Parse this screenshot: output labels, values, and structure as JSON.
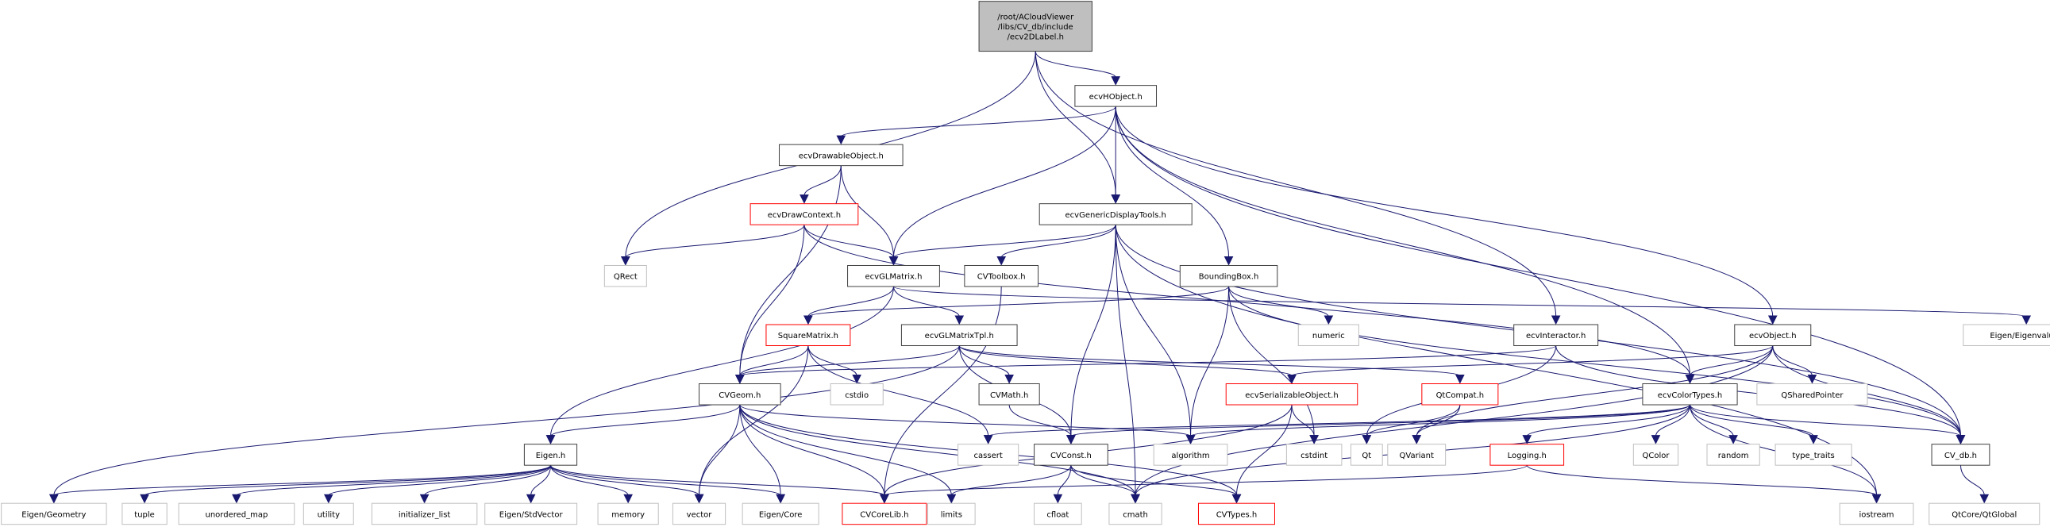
{
  "title": "Include dependency graph for ecv2DLabel.h",
  "colors": {
    "edge": "#191970",
    "root_fill": "#bfbfbf",
    "root_border": "#404040",
    "documented_border": "#404040",
    "undocumented_border": "#ff0000",
    "external_border": "#bfbfbf",
    "text": "#000000",
    "background": "#ffffff"
  },
  "nodes": [
    {
      "id": "root",
      "kind": "root",
      "lines": [
        "/root/ACloudViewer",
        "/libs/CV_db/include",
        "/ecv2DLabel.h"
      ]
    },
    {
      "id": "ecvHObject",
      "kind": "documented",
      "lines": [
        "ecvHObject.h"
      ]
    },
    {
      "id": "ecvDrawableObject",
      "kind": "documented",
      "lines": [
        "ecvDrawableObject.h"
      ]
    },
    {
      "id": "ecvDrawContext",
      "kind": "undocumented",
      "lines": [
        "ecvDrawContext.h"
      ]
    },
    {
      "id": "ecvGenericDisplayTools",
      "kind": "documented",
      "lines": [
        "ecvGenericDisplayTools.h"
      ]
    },
    {
      "id": "QRect",
      "kind": "external",
      "lines": [
        "QRect"
      ]
    },
    {
      "id": "ecvGLMatrix",
      "kind": "documented",
      "lines": [
        "ecvGLMatrix.h"
      ]
    },
    {
      "id": "CVToolbox",
      "kind": "documented",
      "lines": [
        "CVToolbox.h"
      ]
    },
    {
      "id": "BoundingBox",
      "kind": "documented",
      "lines": [
        "BoundingBox.h"
      ]
    },
    {
      "id": "numeric",
      "kind": "external",
      "lines": [
        "numeric"
      ]
    },
    {
      "id": "EigenEigenvalues",
      "kind": "external",
      "lines": [
        "Eigen/Eigenvalues"
      ]
    },
    {
      "id": "SquareMatrix",
      "kind": "undocumented",
      "lines": [
        "SquareMatrix.h"
      ]
    },
    {
      "id": "ecvGLMatrixTpl",
      "kind": "documented",
      "lines": [
        "ecvGLMatrixTpl.h"
      ]
    },
    {
      "id": "ecvInteractor",
      "kind": "documented",
      "lines": [
        "ecvInteractor.h"
      ]
    },
    {
      "id": "ecvObject",
      "kind": "documented",
      "lines": [
        "ecvObject.h"
      ]
    },
    {
      "id": "QSharedPointer",
      "kind": "external",
      "lines": [
        "QSharedPointer"
      ]
    },
    {
      "id": "CVGeom",
      "kind": "documented",
      "lines": [
        "CVGeom.h"
      ]
    },
    {
      "id": "cstdio",
      "kind": "external",
      "lines": [
        "cstdio"
      ]
    },
    {
      "id": "CVMath",
      "kind": "documented",
      "lines": [
        "CVMath.h"
      ]
    },
    {
      "id": "ecvSerializableObject",
      "kind": "undocumented",
      "lines": [
        "ecvSerializableObject.h"
      ]
    },
    {
      "id": "QtCompat",
      "kind": "undocumented",
      "lines": [
        "QtCompat.h"
      ]
    },
    {
      "id": "ecvColorTypes",
      "kind": "documented",
      "lines": [
        "ecvColorTypes.h"
      ]
    },
    {
      "id": "CV_db",
      "kind": "documented",
      "lines": [
        "CV_db.h"
      ]
    },
    {
      "id": "Eigen",
      "kind": "documented",
      "lines": [
        "Eigen.h"
      ]
    },
    {
      "id": "cassert",
      "kind": "external",
      "lines": [
        "cassert"
      ]
    },
    {
      "id": "CVConst",
      "kind": "documented",
      "lines": [
        "CVConst.h"
      ]
    },
    {
      "id": "algorithm",
      "kind": "external",
      "lines": [
        "algorithm"
      ]
    },
    {
      "id": "cstdint",
      "kind": "external",
      "lines": [
        "cstdint"
      ]
    },
    {
      "id": "Qt",
      "kind": "external",
      "lines": [
        "Qt"
      ]
    },
    {
      "id": "QVariant",
      "kind": "external",
      "lines": [
        "QVariant"
      ]
    },
    {
      "id": "Logging",
      "kind": "undocumented",
      "lines": [
        "Logging.h"
      ]
    },
    {
      "id": "QColor",
      "kind": "external",
      "lines": [
        "QColor"
      ]
    },
    {
      "id": "random",
      "kind": "external",
      "lines": [
        "random"
      ]
    },
    {
      "id": "type_traits",
      "kind": "external",
      "lines": [
        "type_traits"
      ]
    },
    {
      "id": "EigenGeometry",
      "kind": "external",
      "lines": [
        "Eigen/Geometry"
      ]
    },
    {
      "id": "tuple",
      "kind": "external",
      "lines": [
        "tuple"
      ]
    },
    {
      "id": "unordered_map",
      "kind": "external",
      "lines": [
        "unordered_map"
      ]
    },
    {
      "id": "utility",
      "kind": "external",
      "lines": [
        "utility"
      ]
    },
    {
      "id": "initializer_list",
      "kind": "external",
      "lines": [
        "initializer_list"
      ]
    },
    {
      "id": "EigenStdVector",
      "kind": "external",
      "lines": [
        "Eigen/StdVector"
      ]
    },
    {
      "id": "memory",
      "kind": "external",
      "lines": [
        "memory"
      ]
    },
    {
      "id": "vector",
      "kind": "external",
      "lines": [
        "vector"
      ]
    },
    {
      "id": "EigenCore",
      "kind": "external",
      "lines": [
        "Eigen/Core"
      ]
    },
    {
      "id": "CVCoreLib",
      "kind": "undocumented",
      "lines": [
        "CVCoreLib.h"
      ]
    },
    {
      "id": "limits",
      "kind": "external",
      "lines": [
        "limits"
      ]
    },
    {
      "id": "cfloat",
      "kind": "external",
      "lines": [
        "cfloat"
      ]
    },
    {
      "id": "cmath",
      "kind": "external",
      "lines": [
        "cmath"
      ]
    },
    {
      "id": "CVTypes",
      "kind": "undocumented",
      "lines": [
        "CVTypes.h"
      ]
    },
    {
      "id": "iostream",
      "kind": "external",
      "lines": [
        "iostream"
      ]
    },
    {
      "id": "QtCoreQtGlobal",
      "kind": "external",
      "lines": [
        "QtCore/QtGlobal"
      ]
    }
  ],
  "edges": [
    [
      "root",
      "ecvHObject"
    ],
    [
      "root",
      "QRect"
    ],
    [
      "root",
      "ecvGenericDisplayTools"
    ],
    [
      "root",
      "ecvInteractor"
    ],
    [
      "ecvHObject",
      "ecvDrawableObject"
    ],
    [
      "ecvHObject",
      "ecvGLMatrix"
    ],
    [
      "ecvHObject",
      "ecvGenericDisplayTools"
    ],
    [
      "ecvHObject",
      "BoundingBox"
    ],
    [
      "ecvHObject",
      "ecvObject"
    ],
    [
      "ecvHObject",
      "ecvColorTypes"
    ],
    [
      "ecvHObject",
      "CV_db"
    ],
    [
      "ecvDrawableObject",
      "ecvDrawContext"
    ],
    [
      "ecvDrawableObject",
      "ecvGLMatrix"
    ],
    [
      "ecvDrawableObject",
      "CVGeom"
    ],
    [
      "ecvDrawContext",
      "QRect"
    ],
    [
      "ecvDrawContext",
      "ecvGLMatrix"
    ],
    [
      "ecvDrawContext",
      "CVGeom"
    ],
    [
      "ecvDrawContext",
      "ecvColorTypes"
    ],
    [
      "ecvGenericDisplayTools",
      "ecvGLMatrix"
    ],
    [
      "ecvGenericDisplayTools",
      "CVToolbox"
    ],
    [
      "ecvGenericDisplayTools",
      "CVConst"
    ],
    [
      "ecvGenericDisplayTools",
      "algorithm"
    ],
    [
      "ecvGenericDisplayTools",
      "cmath"
    ],
    [
      "ecvGenericDisplayTools",
      "CV_db"
    ],
    [
      "ecvGenericDisplayTools",
      "iostream"
    ],
    [
      "ecvGLMatrix",
      "SquareMatrix"
    ],
    [
      "ecvGLMatrix",
      "ecvGLMatrixTpl"
    ],
    [
      "ecvGLMatrix",
      "Eigen"
    ],
    [
      "ecvGLMatrix",
      "EigenEigenvalues"
    ],
    [
      "CVToolbox",
      "CVCoreLib"
    ],
    [
      "BoundingBox",
      "SquareMatrix"
    ],
    [
      "BoundingBox",
      "numeric"
    ],
    [
      "BoundingBox",
      "algorithm"
    ],
    [
      "BoundingBox",
      "cstdint"
    ],
    [
      "BoundingBox",
      "CV_db"
    ],
    [
      "SquareMatrix",
      "CVGeom"
    ],
    [
      "SquareMatrix",
      "cstdio"
    ],
    [
      "SquareMatrix",
      "cassert"
    ],
    [
      "SquareMatrix",
      "vector"
    ],
    [
      "ecvGLMatrixTpl",
      "CVGeom"
    ],
    [
      "ecvGLMatrixTpl",
      "CVMath"
    ],
    [
      "ecvGLMatrixTpl",
      "ecvSerializableObject"
    ],
    [
      "ecvGLMatrixTpl",
      "QtCompat"
    ],
    [
      "ecvGLMatrixTpl",
      "CVConst"
    ],
    [
      "ecvGLMatrixTpl",
      "EigenGeometry"
    ],
    [
      "ecvInteractor",
      "CVGeom"
    ],
    [
      "ecvInteractor",
      "Qt"
    ],
    [
      "ecvInteractor",
      "CV_db"
    ],
    [
      "ecvObject",
      "ecvSerializableObject"
    ],
    [
      "ecvObject",
      "ecvColorTypes"
    ],
    [
      "ecvObject",
      "QSharedPointer"
    ],
    [
      "ecvObject",
      "CV_db"
    ],
    [
      "ecvObject",
      "QVariant"
    ],
    [
      "ecvObject",
      "cmath"
    ],
    [
      "CVGeom",
      "Eigen"
    ],
    [
      "CVGeom",
      "CVCoreLib"
    ],
    [
      "CVGeom",
      "vector"
    ],
    [
      "CVGeom",
      "EigenCore"
    ],
    [
      "CVGeom",
      "limits"
    ],
    [
      "CVGeom",
      "cmath"
    ],
    [
      "CVGeom",
      "CVTypes"
    ],
    [
      "CVGeom",
      "algorithm"
    ],
    [
      "CVMath",
      "CVConst"
    ],
    [
      "ecvSerializableObject",
      "cstdint"
    ],
    [
      "ecvSerializableObject",
      "CVTypes"
    ],
    [
      "ecvSerializableObject",
      "CVCoreLib"
    ],
    [
      "QtCompat",
      "Qt"
    ],
    [
      "QtCompat",
      "QVariant"
    ],
    [
      "ecvColorTypes",
      "CV_db"
    ],
    [
      "ecvColorTypes",
      "Logging"
    ],
    [
      "ecvColorTypes",
      "QColor"
    ],
    [
      "ecvColorTypes",
      "random"
    ],
    [
      "ecvColorTypes",
      "type_traits"
    ],
    [
      "ecvColorTypes",
      "iostream"
    ],
    [
      "ecvColorTypes",
      "cassert"
    ],
    [
      "ecvColorTypes",
      "CVConst"
    ],
    [
      "ecvColorTypes",
      "algorithm"
    ],
    [
      "ecvColorTypes",
      "cmath"
    ],
    [
      "CV_db",
      "QtCoreQtGlobal"
    ],
    [
      "Eigen",
      "EigenGeometry"
    ],
    [
      "Eigen",
      "tuple"
    ],
    [
      "Eigen",
      "unordered_map"
    ],
    [
      "Eigen",
      "utility"
    ],
    [
      "Eigen",
      "initializer_list"
    ],
    [
      "Eigen",
      "EigenStdVector"
    ],
    [
      "Eigen",
      "memory"
    ],
    [
      "Eigen",
      "vector"
    ],
    [
      "Eigen",
      "EigenCore"
    ],
    [
      "Eigen",
      "CVCoreLib"
    ],
    [
      "CVConst",
      "limits"
    ],
    [
      "CVConst",
      "cfloat"
    ],
    [
      "CVConst",
      "cmath"
    ],
    [
      "CVConst",
      "CVTypes"
    ],
    [
      "Logging",
      "CVCoreLib"
    ],
    [
      "Logging",
      "iostream"
    ]
  ]
}
